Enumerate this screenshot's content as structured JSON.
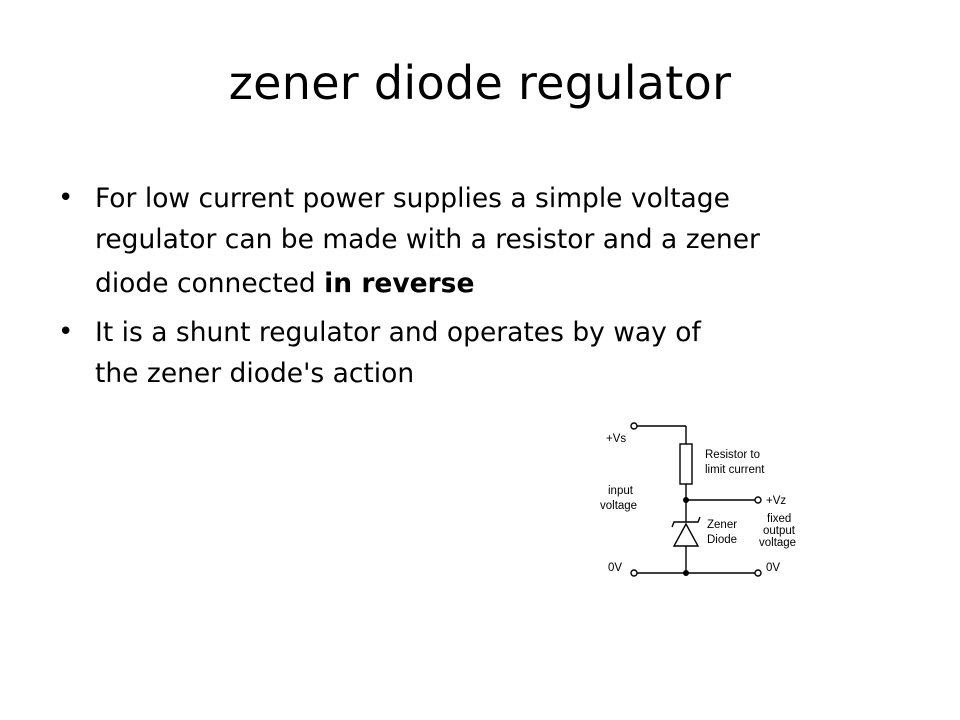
{
  "slide": {
    "title": "zener diode regulator",
    "bullets": [
      {
        "lines": [
          "For low current power supplies a simple voltage",
          "regulator can be made with a resistor and a  zener"
        ],
        "last_line_prefix": "diode connected ",
        "last_line_bold": "in reverse"
      },
      {
        "lines": [
          " It is a shunt regulator and operates by way of",
          "the zener diode's action"
        ]
      }
    ],
    "bullet_glyph": "•"
  },
  "diagram": {
    "labels": {
      "vs": "+Vs",
      "input_1": "input",
      "input_2": "voltage",
      "zero_left": "0V",
      "resistor_1": "Resistor to",
      "resistor_2": "limit current",
      "vz": "+Vz",
      "zener_1": "Zener",
      "zener_2": "Diode",
      "fixed_1": "fixed",
      "fixed_2": "output",
      "fixed_3": "voltage",
      "zero_right": "0V"
    }
  }
}
